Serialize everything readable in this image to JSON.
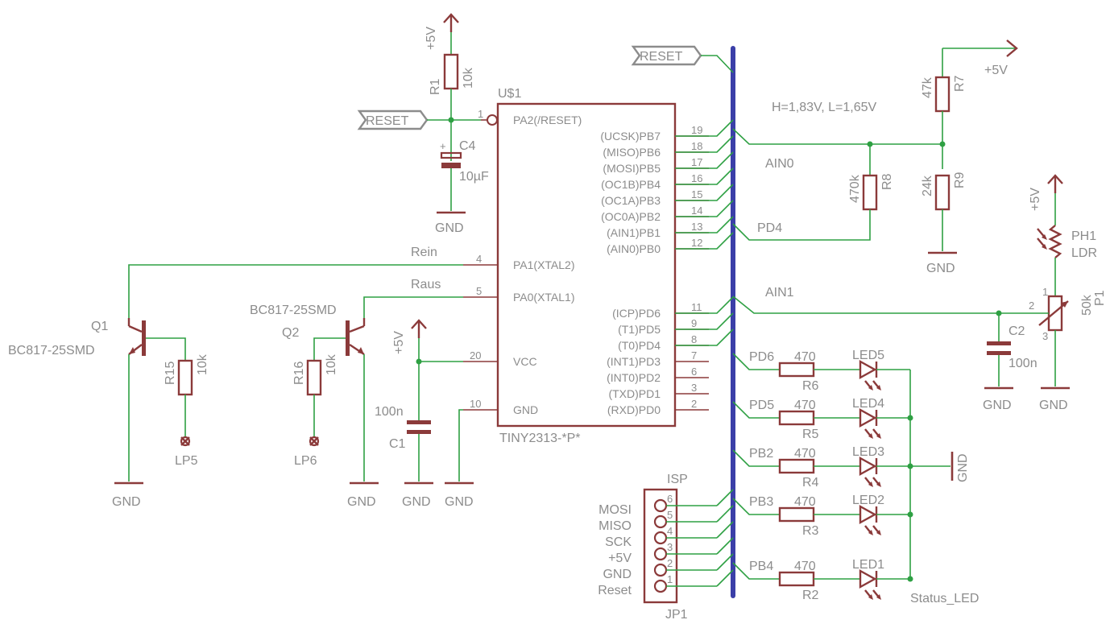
{
  "ports": {
    "reset": "RESET"
  },
  "supply": {
    "vcc": "+5V",
    "gnd": "GND"
  },
  "chip": {
    "name": "U$1",
    "value": "TINY2313-*P*",
    "left_pins": [
      {
        "num": "1",
        "label": "PA2(/RESET)"
      },
      {
        "num": "4",
        "label": "PA1(XTAL2)"
      },
      {
        "num": "5",
        "label": "PA0(XTAL1)"
      },
      {
        "num": "20",
        "label": "VCC"
      },
      {
        "num": "10",
        "label": "GND"
      }
    ],
    "right_pins": [
      {
        "num": "19",
        "label": "(UCSK)PB7"
      },
      {
        "num": "18",
        "label": "(MISO)PB6"
      },
      {
        "num": "17",
        "label": "(MOSI)PB5"
      },
      {
        "num": "16",
        "label": "(OC1B)PB4"
      },
      {
        "num": "15",
        "label": "(OC1A)PB3"
      },
      {
        "num": "14",
        "label": "(OC0A)PB2"
      },
      {
        "num": "13",
        "label": "(AIN1)PB1"
      },
      {
        "num": "12",
        "label": "(AIN0)PB0"
      },
      {
        "num": "11",
        "label": "(ICP)PD6"
      },
      {
        "num": "9",
        "label": "(T1)PD5"
      },
      {
        "num": "8",
        "label": "(T0)PD4"
      },
      {
        "num": "7",
        "label": "(INT1)PD3"
      },
      {
        "num": "6",
        "label": "(INT0)PD2"
      },
      {
        "num": "3",
        "label": "(TXD)PD1"
      },
      {
        "num": "2",
        "label": "(RXD)PD0"
      }
    ]
  },
  "parts": {
    "r1": {
      "name": "R1",
      "value": "10k"
    },
    "c4": {
      "name": "C4",
      "value": "10µF",
      "polarity": "+"
    },
    "c1": {
      "name": "C1",
      "value": "100n"
    },
    "q1": {
      "name": "Q1",
      "value": "BC817-25SMD"
    },
    "q2": {
      "name": "Q2",
      "value": "BC817-25SMD"
    },
    "r15": {
      "name": "R15",
      "value": "10k"
    },
    "r16": {
      "name": "R16",
      "value": "10k"
    },
    "lp5": {
      "name": "LP5"
    },
    "lp6": {
      "name": "LP6"
    },
    "r7": {
      "name": "R7",
      "value": "47k"
    },
    "r8": {
      "name": "R8",
      "value": "470k"
    },
    "r9": {
      "name": "R9",
      "value": "24k"
    },
    "ph1": {
      "name": "PH1",
      "value": "LDR"
    },
    "p1": {
      "name": "P1",
      "value": "50k",
      "pins": [
        "1",
        "2",
        "3"
      ]
    },
    "c2": {
      "name": "C2",
      "value": "100n"
    },
    "jp1": {
      "name": "JP1",
      "title": "ISP",
      "pins": [
        "6",
        "5",
        "4",
        "3",
        "2",
        "1"
      ],
      "signals": [
        "MOSI",
        "MISO",
        "SCK",
        "+5V",
        "GND",
        "Reset"
      ]
    },
    "leds": [
      {
        "name": "LED5",
        "res": "R6",
        "value": "470",
        "net": "PD6"
      },
      {
        "name": "LED4",
        "res": "R5",
        "value": "470",
        "net": "PD5"
      },
      {
        "name": "LED3",
        "res": "R4",
        "value": "470",
        "net": "PB2"
      },
      {
        "name": "LED2",
        "res": "R3",
        "value": "470",
        "net": "PB3"
      },
      {
        "name": "LED1",
        "res": "R2",
        "value": "470",
        "net": "PB4"
      }
    ]
  },
  "nets": {
    "rein": "Rein",
    "raus": "Raus",
    "ain0": "AIN0",
    "ain1": "AIN1",
    "pd4": "PD4",
    "status_led": "Status_LED"
  },
  "notes": {
    "threshold": "H=1,83V, L=1,65V"
  }
}
